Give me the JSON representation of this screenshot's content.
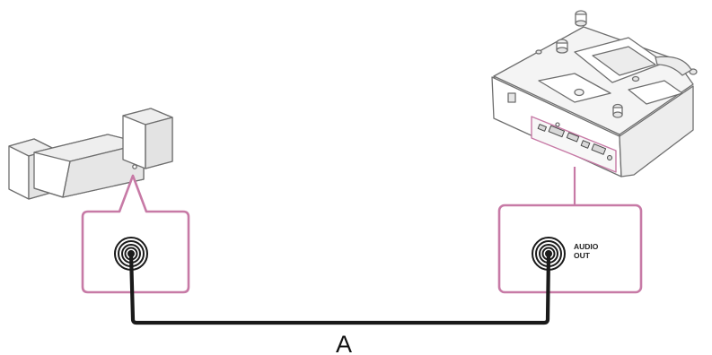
{
  "devices": {
    "audio_system": {
      "jack_label": ""
    },
    "projector": {
      "jack_label_line1": "AUDIO",
      "jack_label_line2": "OUT"
    }
  },
  "cable": {
    "label": "A"
  },
  "colors": {
    "callout_border": "#c77aa6",
    "cable": "#1a1a1a",
    "device_outline": "#6f6f6f",
    "device_fill": "#ffffff",
    "device_shade": "#e9e9e9"
  },
  "icons": [
    "audio-system-icon",
    "projector-icon",
    "audio-jack-icon",
    "audio-jack-icon"
  ]
}
